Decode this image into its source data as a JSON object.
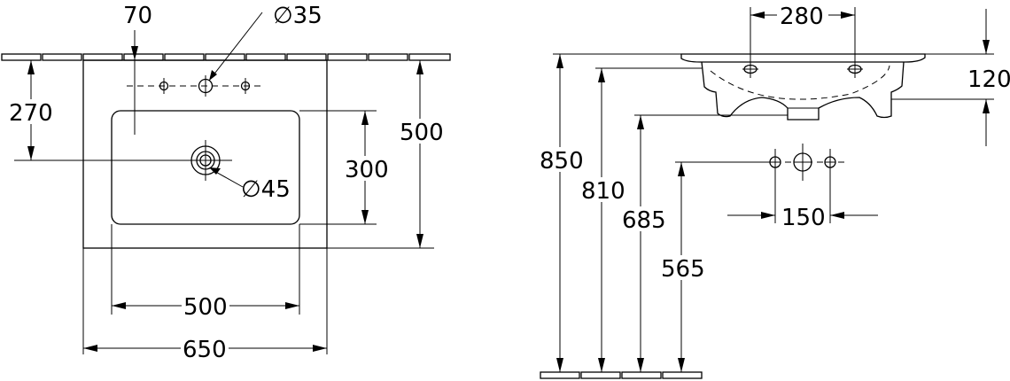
{
  "top_view": {
    "dim_tap_offset": "70",
    "dim_tap_hole": "∅35",
    "dim_drain_offset": "270",
    "dim_drain_hole": "∅45",
    "dim_bowl_depth": "300",
    "dim_overall_depth": "500",
    "dim_bowl_width": "500",
    "dim_overall_width": "650"
  },
  "side_view": {
    "dim_tap_spacing": "280",
    "dim_basin_height": "120",
    "dim_height_top": "850",
    "dim_height_underside": "810",
    "dim_height_drain": "685",
    "dim_height_connections": "565",
    "dim_connection_spacing": "150"
  }
}
